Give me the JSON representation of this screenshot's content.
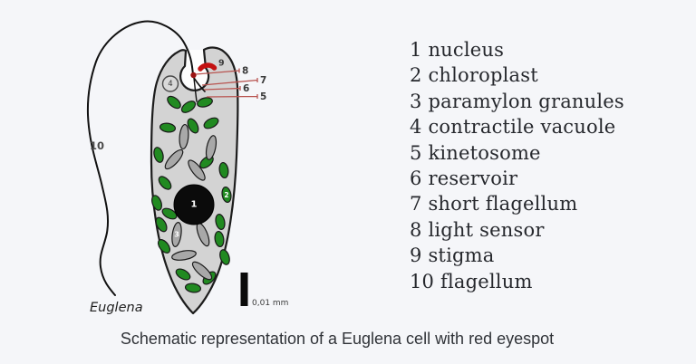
{
  "caption": "Schematic representation of a Euglena cell with red eyespot",
  "diagram": {
    "organism_label": "Euglena",
    "scale_label": "0,01 mm",
    "part_numbers": {
      "nucleus": "1",
      "chloroplast": "2",
      "paramylon_granules": "3",
      "contractile_vacuole": "4",
      "kinetosome": "5",
      "reservoir": "6",
      "short_flagellum": "7",
      "light_sensor": "8",
      "stigma": "9",
      "flagellum": "10"
    },
    "colors": {
      "background": "#f5f6f9",
      "cell_body": "#d3d3d3",
      "outline": "#1c1c1c",
      "chloroplast_green": "#218a21",
      "paramylon_gray": "#a8a8a8",
      "nucleus_black": "#0b0b0b",
      "stigma_red": "#c31111",
      "leader_line_red": "#b85450"
    }
  },
  "legend": {
    "items": [
      {
        "num": "1",
        "label": "nucleus"
      },
      {
        "num": "2",
        "label": "chloroplast"
      },
      {
        "num": "3",
        "label": "paramylon granules"
      },
      {
        "num": "4",
        "label": "contractile vacuole"
      },
      {
        "num": "5",
        "label": "kinetosome"
      },
      {
        "num": "6",
        "label": "reservoir"
      },
      {
        "num": "7",
        "label": "short flagellum"
      },
      {
        "num": "8",
        "label": "light sensor"
      },
      {
        "num": "9",
        "label": "stigma"
      },
      {
        "num": "10",
        "label": "flagellum"
      }
    ]
  }
}
